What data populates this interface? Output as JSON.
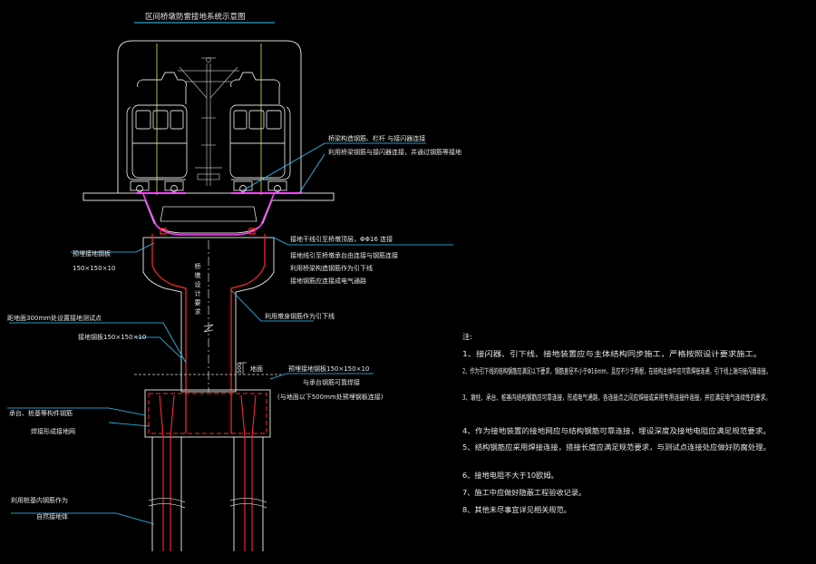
{
  "drawing": {
    "title": "区间桥墩防雷接地系统示意图",
    "callouts": {
      "top_right_1": "桥梁构造钢筋、栏杆 与接闪器连接",
      "top_right_2": "利用桥梁钢筋与接闪器连接，并通过钢筋等接地",
      "mid_right_1": "接地干线引至桥墩顶层，ΦΦ16 连接",
      "mid_right_2": "接地线引至桥墩承台由连接与钢筋连接",
      "mid_right_3": "利用桥梁构造钢筋作为引下线",
      "mid_right_4": "接地钢筋应连接成电气通路",
      "mid_right_5": "利用墩身钢筋作为引下线",
      "left_1": "预埋接地钢板",
      "left_1b": "150×150×10",
      "left_2": "距地面300mm处设置接地测试点",
      "left_3": "接地钢板150×150×10",
      "low_right_1": "预埋接地钢板150×150×10",
      "low_right_2": "与承台钢筋可靠焊接",
      "low_right_3": "(与地面以下500mm处预埋钢板连接)",
      "left_4": "承台、桩基等构件钢筋",
      "left_4b": "焊接形成接地网",
      "left_5": "利用桩基内钢筋作为",
      "left_5b": "自然接地体",
      "pier_vertical": "桥墩设计要求",
      "ground_label": "地面",
      "dim_500": "500"
    },
    "notes": {
      "heading": "注:",
      "items": [
        "1、接闪器、引下线、接地装置应与主体结构同步施工，严格按照设计要求施工。",
        "2、作为引下线的结构钢筋应满足以下要求，钢筋直径不小于Φ16mm，且应不少于两根，在结构主体中应可靠焊接连通，引下线上端与接闪器连接。",
        "3、墩柱、承台、桩基内结构钢筋应可靠连接，形成电气通路，各连接点之间应焊接或采用专用连接件连接，并应满足电气连续性的要求。",
        "4、作为接地装置的接地网应与结构钢筋可靠连接，埋设深度及接地电阻应满足规范要求。",
        "5、结构钢筋应采用焊接连接，搭接长度应满足规范要求，与测试点连接处应做好防腐处理。",
        "6、接地电阻不大于10欧姆。",
        "7、施工中应做好隐蔽工程验收记录。",
        "8、其他未尽事宜详见相关规范。"
      ]
    }
  },
  "colors": {
    "background": "#000000",
    "outline": "#d9d9d9",
    "rebar": "#ff2a2a",
    "bonding": "#ff40ff",
    "leader": "#35c8ff",
    "axis": "#e6e64a",
    "catenary": "#b5b5b5"
  }
}
